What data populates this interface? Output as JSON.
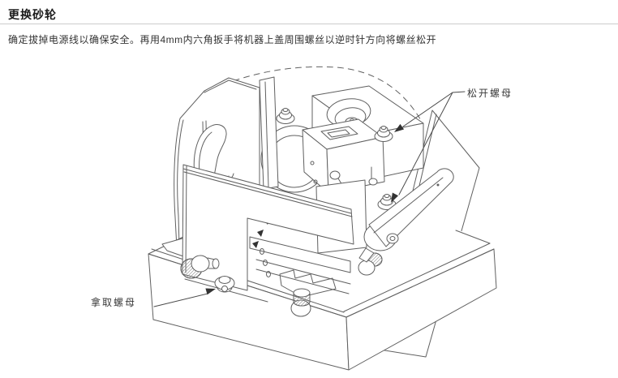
{
  "page": {
    "title": "更换砂轮",
    "instruction": "确定拔掉电源线以确保安全。再用4mm内六角扳手将机器上盖周围螺丝以逆时针方向将螺丝松开"
  },
  "figure": {
    "labels": {
      "loosen_nut": "松开螺母",
      "take_nut": "拿取螺母"
    },
    "line_color": "#606060",
    "arrow_color": "#333333"
  }
}
